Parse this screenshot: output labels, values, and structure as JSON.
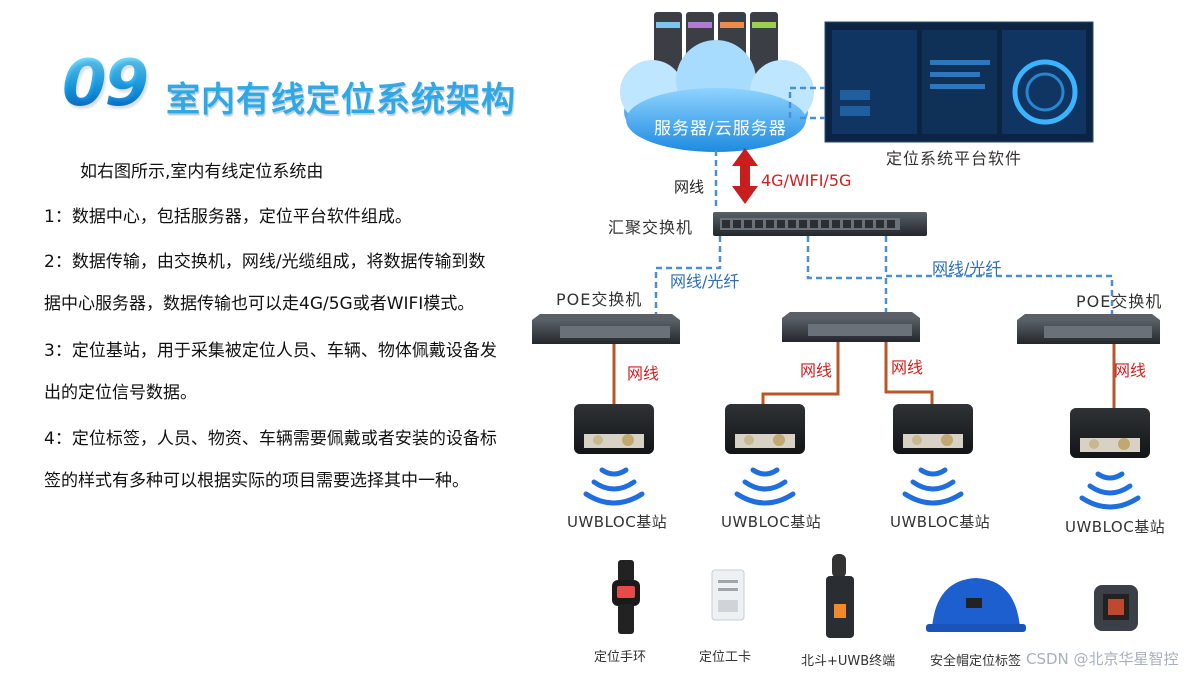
{
  "header": {
    "number": "09",
    "title": "室内有线定位系统架构"
  },
  "intro": {
    "lines": [
      "如右图所示,室内有线定位系统由",
      "1：数据中心，包括服务器，定位平台软件组成。",
      "2：数据传输，由交换机，网线/光缆组成，将数据传输到数",
      "据中心服务器，数据传输也可以走4G/5G或者WIFI模式。",
      "3：定位基站，用于采集被定位人员、车辆、物体佩戴设备发",
      "出的定位信号数据。",
      "4：定位标签，人员、物资、车辆需要佩戴或者安装的设备标",
      "签的样式有多种可以根据实际的项目需要选择其中一种。"
    ]
  },
  "diagram": {
    "cloud_label": "服务器/云服务器",
    "platform_label": "定位系统平台软件",
    "cable_label": "网线",
    "wireless_label": "4G/WIFI/5G",
    "core_switch_label": "汇聚交换机",
    "fiber_label_left": "网线/光纤",
    "fiber_label_right": "网线/光纤",
    "poe_left_label": "POE交换机",
    "poe_right_label": "POE交换机",
    "cable_labels": [
      "网线",
      "网线",
      "网线",
      "网线"
    ],
    "base_station_labels": [
      "UWBLOC基站",
      "UWBLOC基站",
      "UWBLOC基站",
      "UWBLOC基站"
    ],
    "devices": [
      "定位手环",
      "定位工卡",
      "北斗+UWB终端",
      "安全帽定位标签"
    ],
    "watermark": "CSDN @北京华星智控"
  },
  "colors": {
    "accent": "#2fa8e6",
    "fiber": "#4a90d0",
    "cable": "#b8572a",
    "arrow": "#c81e1e"
  }
}
